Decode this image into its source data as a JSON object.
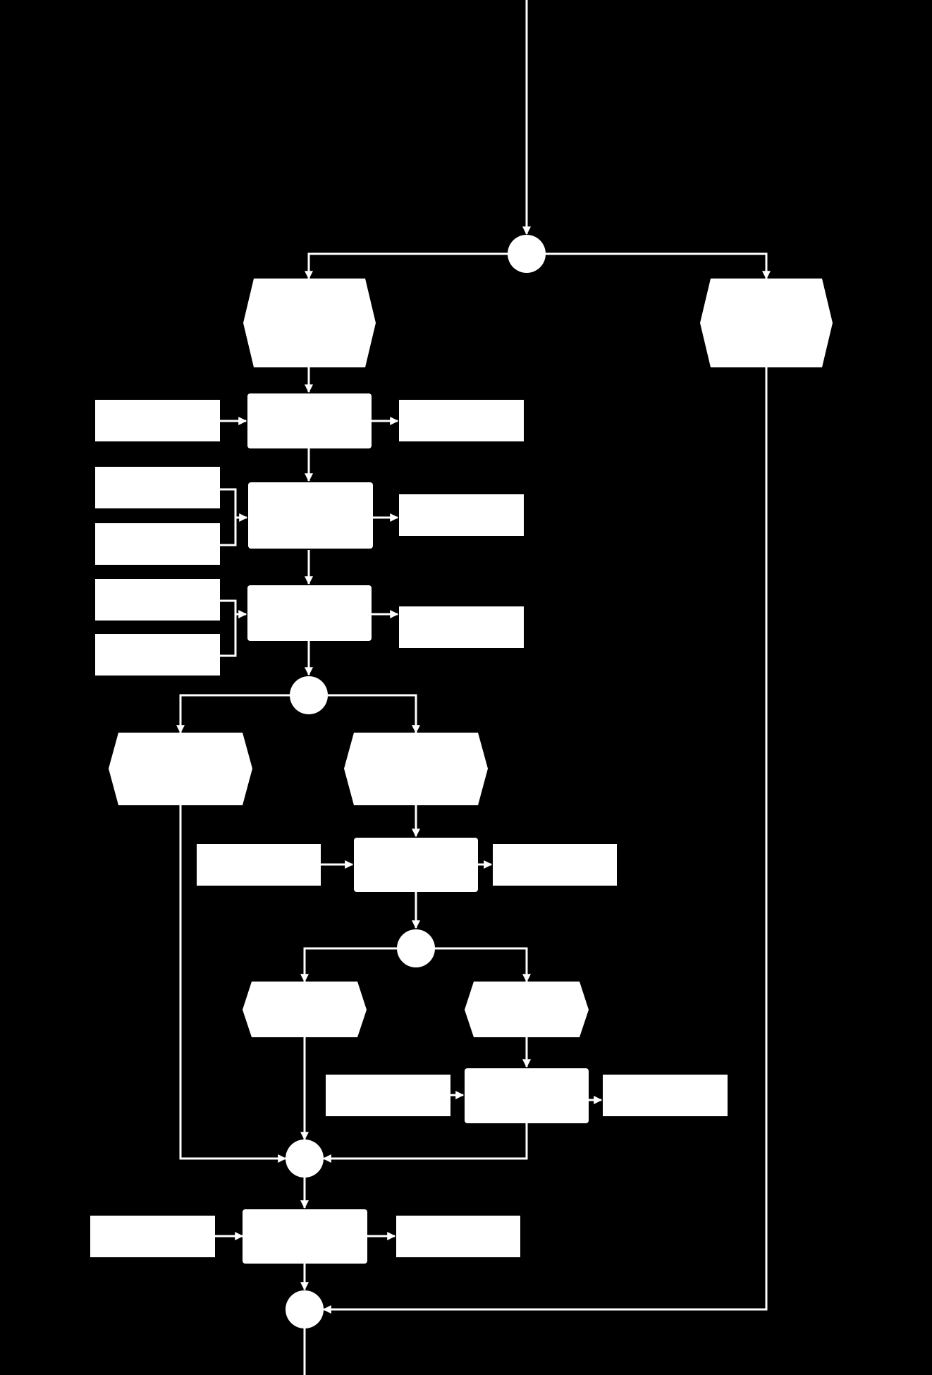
{
  "diagram": {
    "type": "epc-flowchart",
    "colors": {
      "background": "#000000",
      "foreground": "#ffffff"
    },
    "nodes": [
      {
        "id": "c1",
        "kind": "connector"
      },
      {
        "id": "e1",
        "kind": "event"
      },
      {
        "id": "e2",
        "kind": "event"
      },
      {
        "id": "f1",
        "kind": "function"
      },
      {
        "id": "in1",
        "kind": "info-object"
      },
      {
        "id": "out1",
        "kind": "info-object"
      },
      {
        "id": "f2",
        "kind": "function"
      },
      {
        "id": "in2a",
        "kind": "info-object"
      },
      {
        "id": "in2b",
        "kind": "info-object"
      },
      {
        "id": "out2",
        "kind": "info-object"
      },
      {
        "id": "f3",
        "kind": "function"
      },
      {
        "id": "in3a",
        "kind": "info-object"
      },
      {
        "id": "in3b",
        "kind": "info-object"
      },
      {
        "id": "out3",
        "kind": "info-object"
      },
      {
        "id": "c2",
        "kind": "connector"
      },
      {
        "id": "e3",
        "kind": "event"
      },
      {
        "id": "e4",
        "kind": "event"
      },
      {
        "id": "f4",
        "kind": "function"
      },
      {
        "id": "in4",
        "kind": "info-object"
      },
      {
        "id": "out4",
        "kind": "info-object"
      },
      {
        "id": "c3",
        "kind": "connector"
      },
      {
        "id": "e5",
        "kind": "event"
      },
      {
        "id": "e6",
        "kind": "event"
      },
      {
        "id": "f5",
        "kind": "function"
      },
      {
        "id": "in5",
        "kind": "info-object"
      },
      {
        "id": "out5",
        "kind": "info-object"
      },
      {
        "id": "c4",
        "kind": "connector"
      },
      {
        "id": "f6",
        "kind": "function"
      },
      {
        "id": "in6",
        "kind": "info-object"
      },
      {
        "id": "out6",
        "kind": "info-object"
      },
      {
        "id": "c5",
        "kind": "connector"
      }
    ],
    "edges": [
      {
        "from": "start",
        "to": "c1"
      },
      {
        "from": "c1",
        "to": "e1"
      },
      {
        "from": "c1",
        "to": "e2"
      },
      {
        "from": "e1",
        "to": "f1"
      },
      {
        "from": "in1",
        "to": "f1"
      },
      {
        "from": "f1",
        "to": "out1"
      },
      {
        "from": "f1",
        "to": "f2"
      },
      {
        "from": "in2a",
        "to": "f2"
      },
      {
        "from": "in2b",
        "to": "f2"
      },
      {
        "from": "f2",
        "to": "out2"
      },
      {
        "from": "f2",
        "to": "f3"
      },
      {
        "from": "in3a",
        "to": "f3"
      },
      {
        "from": "in3b",
        "to": "f3"
      },
      {
        "from": "f3",
        "to": "out3"
      },
      {
        "from": "f3",
        "to": "c2"
      },
      {
        "from": "c2",
        "to": "e3"
      },
      {
        "from": "c2",
        "to": "e4"
      },
      {
        "from": "e4",
        "to": "f4"
      },
      {
        "from": "in4",
        "to": "f4"
      },
      {
        "from": "f4",
        "to": "out4"
      },
      {
        "from": "f4",
        "to": "c3"
      },
      {
        "from": "c3",
        "to": "e5"
      },
      {
        "from": "c3",
        "to": "e6"
      },
      {
        "from": "e6",
        "to": "f5"
      },
      {
        "from": "in5",
        "to": "f5"
      },
      {
        "from": "f5",
        "to": "out5"
      },
      {
        "from": "e3",
        "to": "c4"
      },
      {
        "from": "e5",
        "to": "c4"
      },
      {
        "from": "f5",
        "to": "c4"
      },
      {
        "from": "c4",
        "to": "f6"
      },
      {
        "from": "in6",
        "to": "f6"
      },
      {
        "from": "f6",
        "to": "out6"
      },
      {
        "from": "f6",
        "to": "c5"
      },
      {
        "from": "e2",
        "to": "c5"
      },
      {
        "from": "c5",
        "to": "end"
      }
    ]
  }
}
